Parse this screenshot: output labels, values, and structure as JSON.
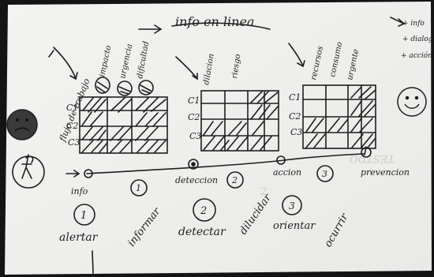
{
  "header": {
    "label": "info en linea"
  },
  "top_right": {
    "notes": [
      "+ info",
      "+ dialog",
      "+ acción"
    ]
  },
  "grids": [
    {
      "columns": [
        "impacto",
        "urgencia",
        "dificultad"
      ],
      "rows": [
        "C1",
        "C2",
        "C3"
      ]
    },
    {
      "columns": [
        "dilacion",
        "riesgo"
      ],
      "rows": [
        "C1",
        "C2",
        "C3"
      ]
    },
    {
      "columns": [
        "recursos",
        "consumo",
        "urgente"
      ],
      "rows": [
        "C1",
        "C2",
        "C3"
      ]
    }
  ],
  "side_label": "flujo de trabajo",
  "timeline": {
    "nodes": [
      {
        "label": "info"
      },
      {
        "label": "deteccion",
        "number": "2"
      },
      {
        "label": "accion",
        "number": "3"
      },
      {
        "label": "prevencion"
      }
    ],
    "marker_1": "1"
  },
  "bottom": {
    "circles": [
      {
        "number": "1"
      },
      {
        "number": "2"
      },
      {
        "number": "3"
      }
    ],
    "words": [
      "alertar",
      "informar",
      "detectar",
      "dilucidar",
      "orientar",
      "ocurrir"
    ]
  },
  "faces": {
    "sad": "sad-face-icon",
    "happy": "happy-face-icon"
  },
  "colors": {
    "paper": "#f2f2f0",
    "ink": "#1e1e1e",
    "shadow": "#121212"
  }
}
